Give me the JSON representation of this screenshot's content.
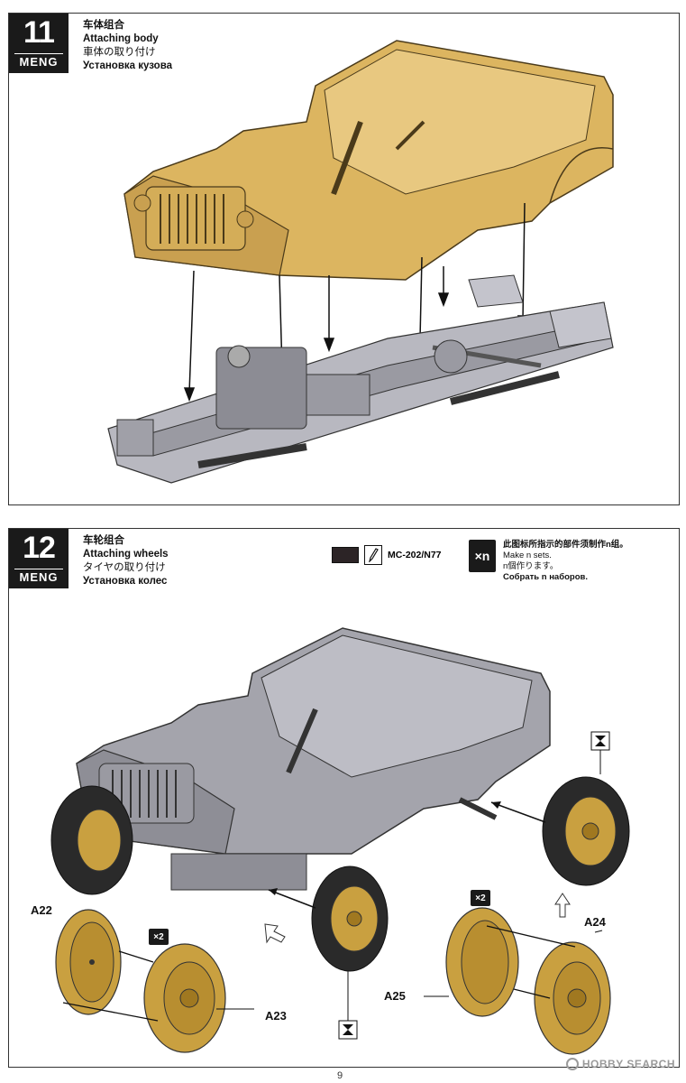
{
  "step11": {
    "number": "11",
    "brand": "MENG",
    "title_cn": "车体组合",
    "title_en": "Attaching body",
    "title_jp": "車体の取り付け",
    "title_ru": "Установка кузова"
  },
  "step12": {
    "number": "12",
    "brand": "MENG",
    "title_cn": "车轮组合",
    "title_en": "Attaching wheels",
    "title_jp": "タイヤの取り付け",
    "title_ru": "Установка колес",
    "paint_code": "MC-202/N77",
    "paint_color": "#2c2426",
    "xn_symbol": "×n",
    "xn_cn": "此图标所指示的部件须制作n组。",
    "xn_en": "Make n sets.",
    "xn_jp": "n個作ります。",
    "xn_ru": "Собрать n наборов.",
    "labels": {
      "a22": "A22",
      "a23": "A23",
      "a24": "A24",
      "a25": "A25"
    },
    "multiplier_left": "×2",
    "multiplier_right": "×2"
  },
  "colors": {
    "body_sand": "#dcb560",
    "chassis_grey": "#9a9aa2",
    "tire_dark": "#2a2a2a",
    "hub_gold": "#c9a040"
  },
  "page_number": "9",
  "watermark": "HOBBY SEARCH"
}
